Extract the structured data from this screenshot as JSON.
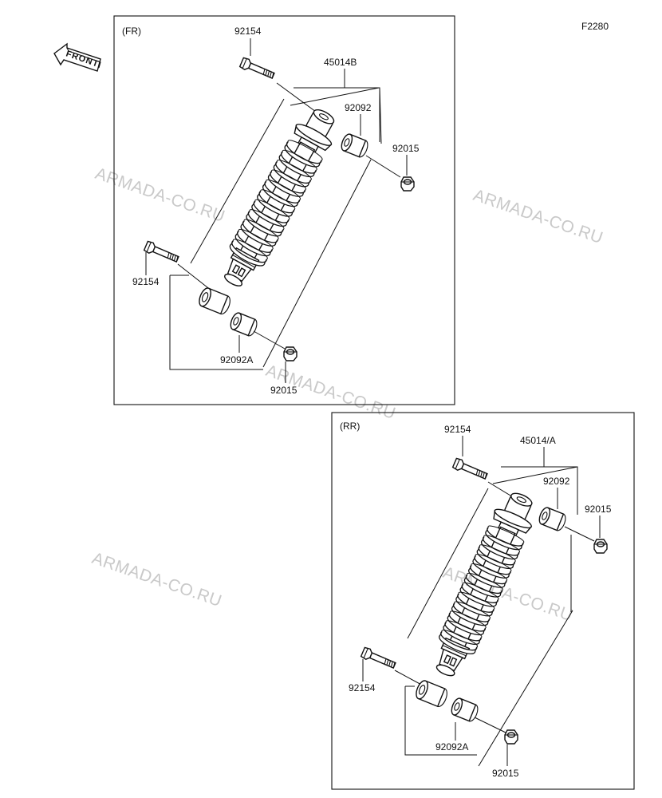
{
  "diagram": {
    "figure_code": "F2280",
    "front_label": "FRONT",
    "watermark_text": "ARMADA-CO.RU",
    "front_assembly": {
      "title": "(FR)",
      "assembly_number": "45014B",
      "labels": {
        "bolt_top": "92154",
        "collar_top": "92092",
        "nut_top": "92015",
        "bolt_bottom": "92154",
        "collar_bottom": "92092A",
        "nut_bottom": "92015"
      }
    },
    "rear_assembly": {
      "title": "(RR)",
      "assembly_number": "45014/A",
      "labels": {
        "bolt_top": "92154",
        "collar_top": "92092",
        "nut_top": "92015",
        "bolt_bottom": "92154",
        "collar_bottom": "92092A",
        "nut_bottom": "92015"
      }
    }
  }
}
